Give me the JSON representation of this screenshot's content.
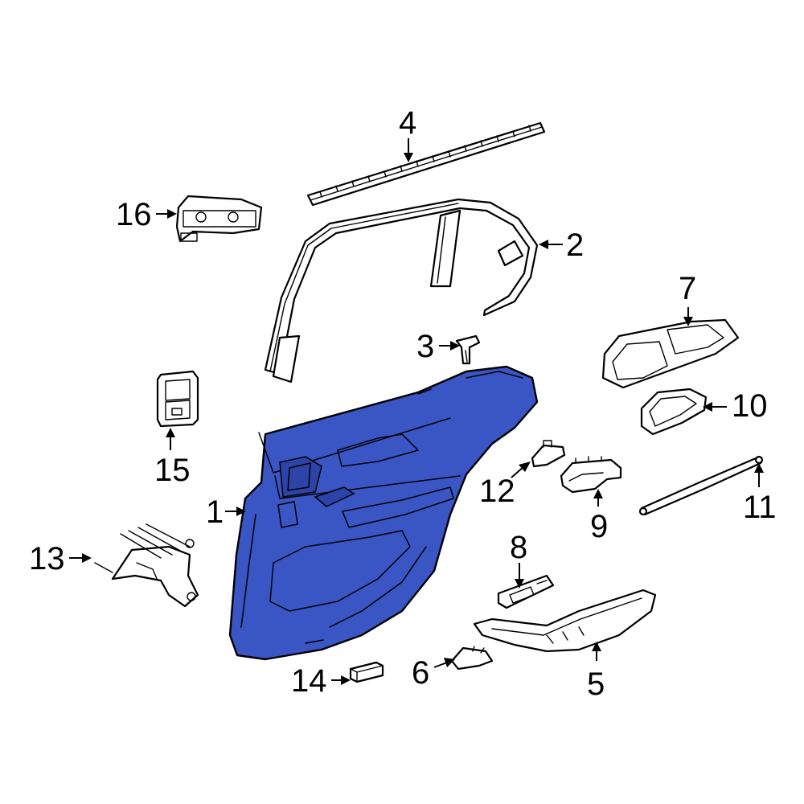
{
  "callouts": [
    {
      "id": "1",
      "label": "1"
    },
    {
      "id": "2",
      "label": "2"
    },
    {
      "id": "3",
      "label": "3"
    },
    {
      "id": "4",
      "label": "4"
    },
    {
      "id": "5",
      "label": "5"
    },
    {
      "id": "6",
      "label": "6"
    },
    {
      "id": "7",
      "label": "7"
    },
    {
      "id": "8",
      "label": "8"
    },
    {
      "id": "9",
      "label": "9"
    },
    {
      "id": "10",
      "label": "10"
    },
    {
      "id": "11",
      "label": "11"
    },
    {
      "id": "12",
      "label": "12"
    },
    {
      "id": "13",
      "label": "13"
    },
    {
      "id": "14",
      "label": "14"
    },
    {
      "id": "15",
      "label": "15"
    },
    {
      "id": "16",
      "label": "16"
    }
  ],
  "colors": {
    "highlight": "#3a55c4",
    "line": "#000000",
    "background": "#ffffff"
  }
}
